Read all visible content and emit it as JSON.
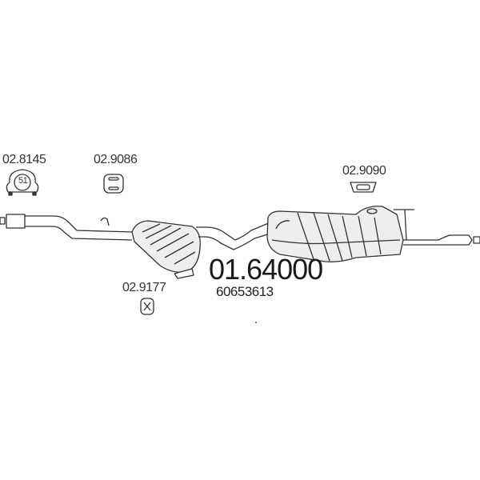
{
  "diagram": {
    "main_part_number": "01.64000",
    "oem_number": "60653613",
    "accessories": [
      {
        "part_number": "02.8145",
        "type": "clamp",
        "size_label": "51"
      },
      {
        "part_number": "02.9086",
        "type": "rubber-hanger"
      },
      {
        "part_number": "02.9090",
        "type": "rubber-hanger"
      },
      {
        "part_number": "02.9177",
        "type": "rubber-hanger"
      }
    ]
  }
}
